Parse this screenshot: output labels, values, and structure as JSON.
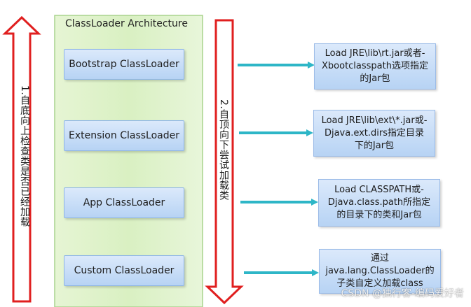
{
  "chart_data": {
    "type": "diagram",
    "title": "ClassLoader Architecture",
    "left_arrow_label": "1.自底向上检查类是否已经加载",
    "right_arrow_label": "2.自顶向下尝试加载类",
    "loaders": [
      "Bootstrap ClassLoader",
      "Extension ClassLoader",
      "App ClassLoader",
      "Custom ClassLoader"
    ],
    "notes": [
      [
        "Load JRE\\lib\\rt.jar或者-",
        "Xbootclasspath选项指定",
        "的Jar包"
      ],
      [
        "Load JRE\\lib\\ext\\*.jar或-",
        "Djava.ext.dirs指定目录",
        "下的Jar包"
      ],
      [
        "Load CLASSPATH或-",
        "Djava.class.path所指定",
        "的目录下的类和Jar包"
      ],
      [
        "通过",
        "java.lang.ClassLoader的",
        "子类自定义加载class"
      ]
    ],
    "watermark": "CSDN @独行客-编码爱好者",
    "colors": {
      "green_panel": "#dff2c8",
      "green_border": "#a9d38d",
      "red_arrow": "#e01f1f",
      "cyan_connector": "#2eb6c7",
      "box_blue": "#c9def8"
    }
  }
}
